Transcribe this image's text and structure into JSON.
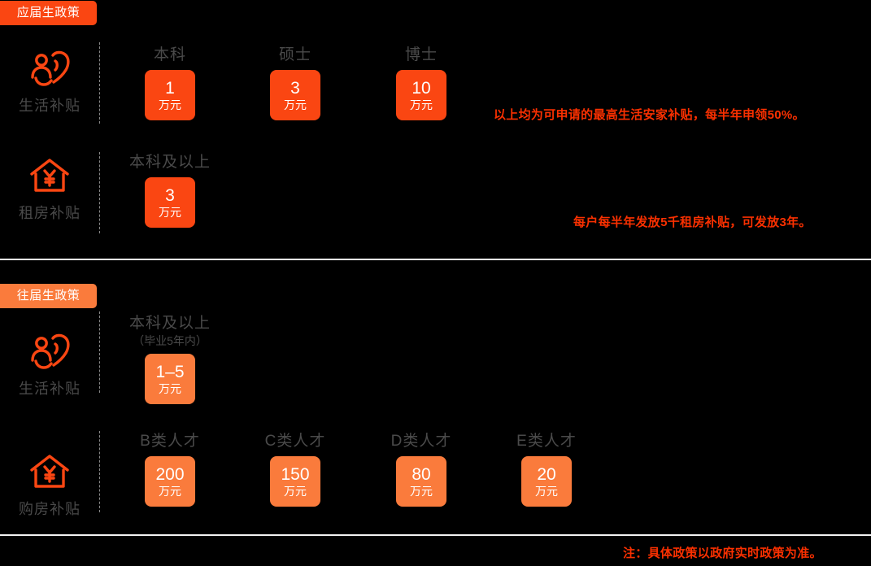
{
  "colors": {
    "background": "#000000",
    "accent_strong": "#fa4612",
    "accent_soft": "#fa7b3c",
    "label_gray": "#4a4a4a",
    "note_red": "#fa3000",
    "rule_gray": "#f2f2f2"
  },
  "sections": [
    {
      "badge": "应届生政策",
      "rows": [
        {
          "icon": "person-heart-icon",
          "label": "生活补贴",
          "columns": [
            {
              "title": "本科",
              "sub": "",
              "value": "1",
              "unit": "万元"
            },
            {
              "title": "硕士",
              "sub": "",
              "value": "3",
              "unit": "万元"
            },
            {
              "title": "博士",
              "sub": "",
              "value": "10",
              "unit": "万元"
            }
          ],
          "note": "以上均为可申请的最高生活安家补贴，每半年申领50%。"
        },
        {
          "icon": "house-yuan-icon",
          "label": "租房补贴",
          "columns": [
            {
              "title": "本科及以上",
              "sub": "",
              "value": "3",
              "unit": "万元"
            }
          ],
          "note": "每户每半年发放5千租房补贴，可发放3年。"
        }
      ]
    },
    {
      "badge": "往届生政策",
      "rows": [
        {
          "icon": "person-heart-icon",
          "label": "生活补贴",
          "columns": [
            {
              "title": "本科及以上",
              "sub": "（毕业5年内）",
              "value": "1–5",
              "unit": "万元"
            }
          ],
          "note": ""
        },
        {
          "icon": "house-yuan-icon",
          "label": "购房补贴",
          "columns": [
            {
              "title": "B类人才",
              "sub": "",
              "value": "200",
              "unit": "万元"
            },
            {
              "title": "C类人才",
              "sub": "",
              "value": "150",
              "unit": "万元"
            },
            {
              "title": "D类人才",
              "sub": "",
              "value": "80",
              "unit": "万元"
            },
            {
              "title": "E类人才",
              "sub": "",
              "value": "20",
              "unit": "万元"
            }
          ],
          "note": ""
        }
      ]
    }
  ],
  "footer_note": "注：具体政策以政府实时政策为准。"
}
